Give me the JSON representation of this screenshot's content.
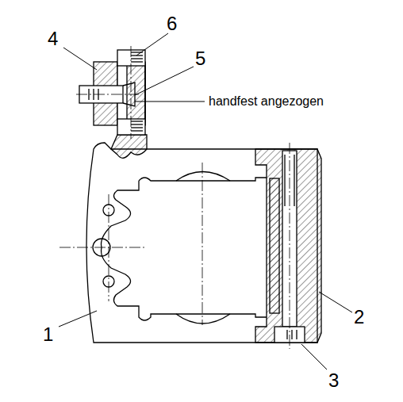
{
  "diagram": {
    "labels": [
      "4",
      "6",
      "5",
      "handfest angezogen",
      "1",
      "2",
      "3"
    ]
  }
}
